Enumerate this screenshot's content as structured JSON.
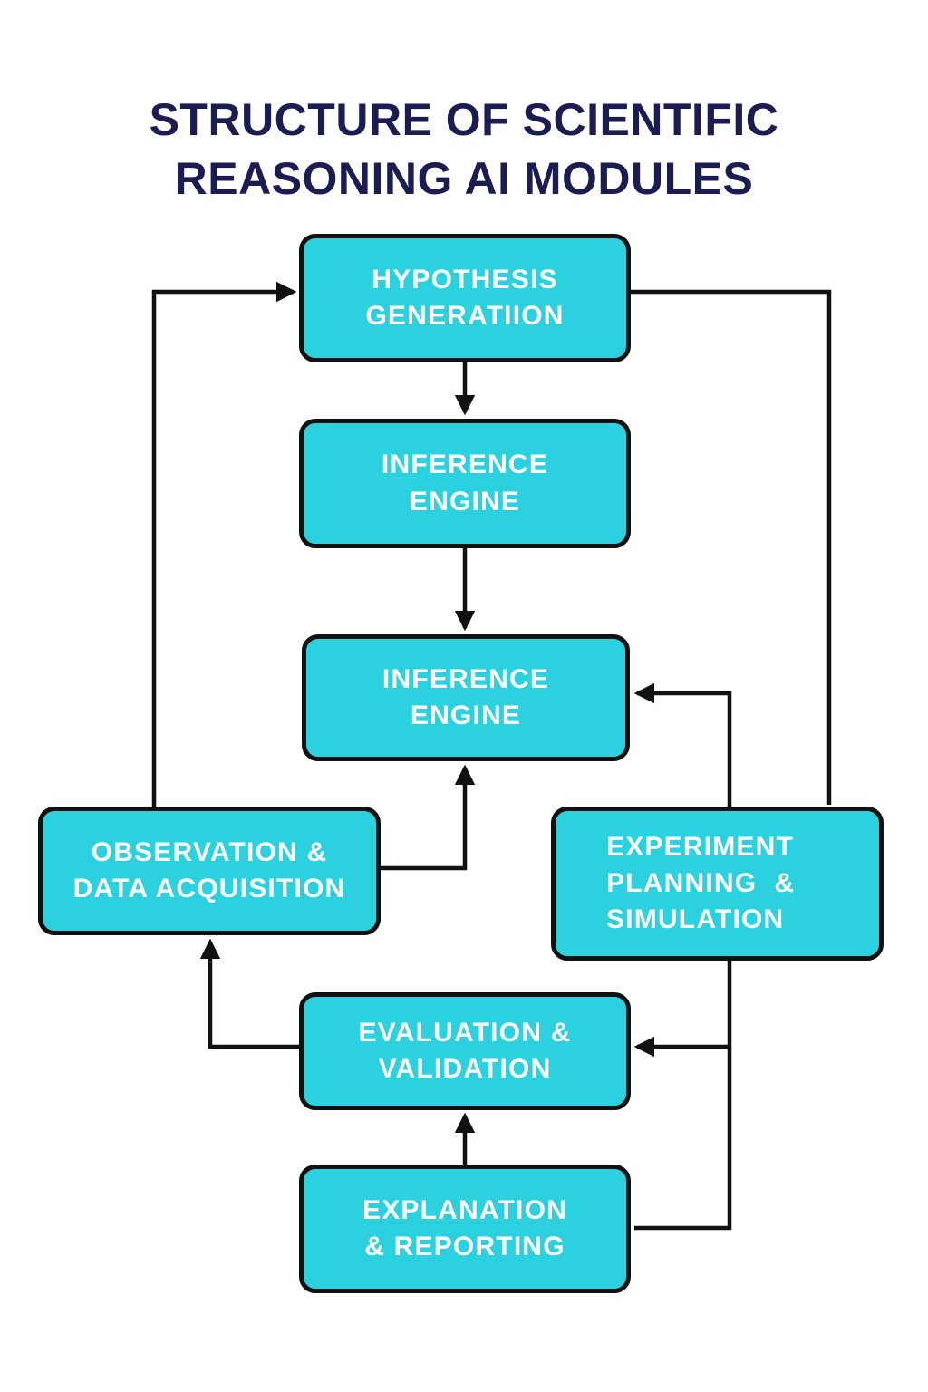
{
  "title": {
    "text": "STRUCTURE OF SCIENTIFIC REASONING AI MODULES",
    "lines": [
      "STRUCTURE OF SCIENTIFIC",
      "REASONING AI MODULES"
    ]
  },
  "theme": {
    "background": "#ffffff",
    "box_fill": "#2bd1de",
    "box_border": "#111111",
    "box_text": "#ffffff",
    "title_color": "#1a1c52",
    "connector_color": "#111111"
  },
  "diagram": {
    "type": "flowchart",
    "nodes": [
      {
        "id": "hypothesis-generation",
        "label": "HYPOTHESIS GENERATIION",
        "lines": [
          "HYPOTHESIS",
          "GENERATIION"
        ]
      },
      {
        "id": "inference-engine-1",
        "label": "INFERENCE ENGINE",
        "lines": [
          "INFERENCE",
          "ENGINE"
        ]
      },
      {
        "id": "inference-engine-2",
        "label": "INFERENCE ENGINE",
        "lines": [
          "INFERENCE",
          "ENGINE"
        ]
      },
      {
        "id": "observation-data-acquisition",
        "label": "OBSERVATION & DATA ACQUISITION",
        "lines": [
          "OBSERVATION &",
          "DATA ACQUISITION"
        ]
      },
      {
        "id": "experiment-planning-simulation",
        "label": "EXPERIMENT PLANNING  & SIMULATION",
        "lines": [
          "EXPERIMENT",
          "PLANNING  &",
          "SIMULATION"
        ]
      },
      {
        "id": "evaluation-validation",
        "label": "EVALUATION & VALIDATION",
        "lines": [
          "EVALUATION &",
          "VALIDATION"
        ]
      },
      {
        "id": "explanation-reporting",
        "label": "EXPLANATION & REPORTING",
        "lines": [
          "EXPLANATION",
          "& REPORTING"
        ]
      }
    ],
    "edges": [
      {
        "from": "observation-data-acquisition",
        "to": "hypothesis-generation",
        "arrowhead": true
      },
      {
        "from": "hypothesis-generation",
        "to": "inference-engine-1",
        "arrowhead": true
      },
      {
        "from": "inference-engine-1",
        "to": "inference-engine-2",
        "arrowhead": true
      },
      {
        "from": "hypothesis-generation",
        "to": "experiment-planning-simulation",
        "arrowhead": false
      },
      {
        "from": "experiment-planning-simulation",
        "to": "inference-engine-2",
        "arrowhead": true
      },
      {
        "from": "observation-data-acquisition",
        "to": "inference-engine-2",
        "arrowhead": true
      },
      {
        "from": "evaluation-validation",
        "to": "observation-data-acquisition",
        "arrowhead": true
      },
      {
        "from": "experiment-planning-simulation",
        "to": "evaluation-validation",
        "arrowhead": true
      },
      {
        "from": "explanation-reporting",
        "to": "evaluation-validation",
        "arrowhead": true
      },
      {
        "from": "explanation-reporting",
        "to": "experiment-planning-simulation",
        "arrowhead": false
      }
    ]
  }
}
